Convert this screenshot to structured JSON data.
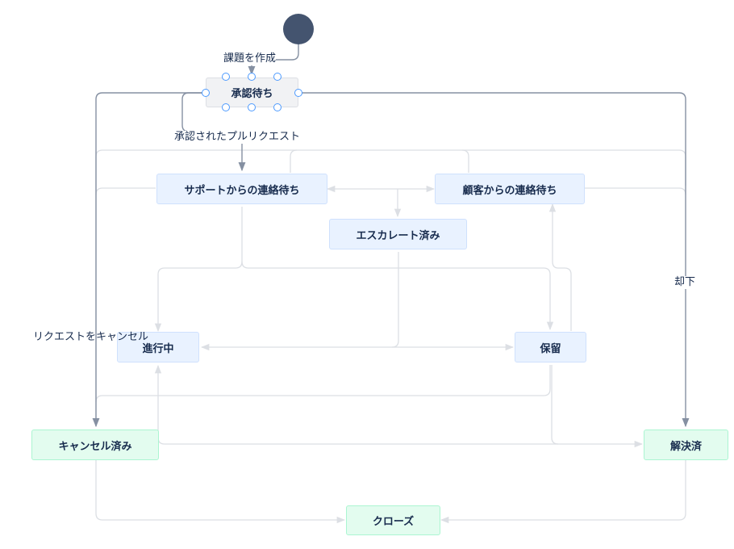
{
  "statuses": {
    "waiting_approval": "承認待ち",
    "waiting_support": "サポートからの連絡待ち",
    "waiting_customer": "顧客からの連絡待ち",
    "escalated": "エスカレート済み",
    "in_progress": "進行中",
    "on_hold": "保留",
    "canceled": "キャンセル済み",
    "resolved": "解決済",
    "closed": "クローズ"
  },
  "transitions": {
    "create_issue": "課題を作成",
    "approved_pull_request": "承認されたプルリクエスト",
    "decline": "却下",
    "cancel_request": "リクエストをキャンセル"
  },
  "colors": {
    "blue_node": "#e9f2ff",
    "green_node": "#e3fcef",
    "selected_node": "#f1f2f4",
    "start_node": "#44546f",
    "active_line": "#8590a2",
    "inactive_line": "#dcdfe4",
    "handle": "#4c9aff"
  }
}
